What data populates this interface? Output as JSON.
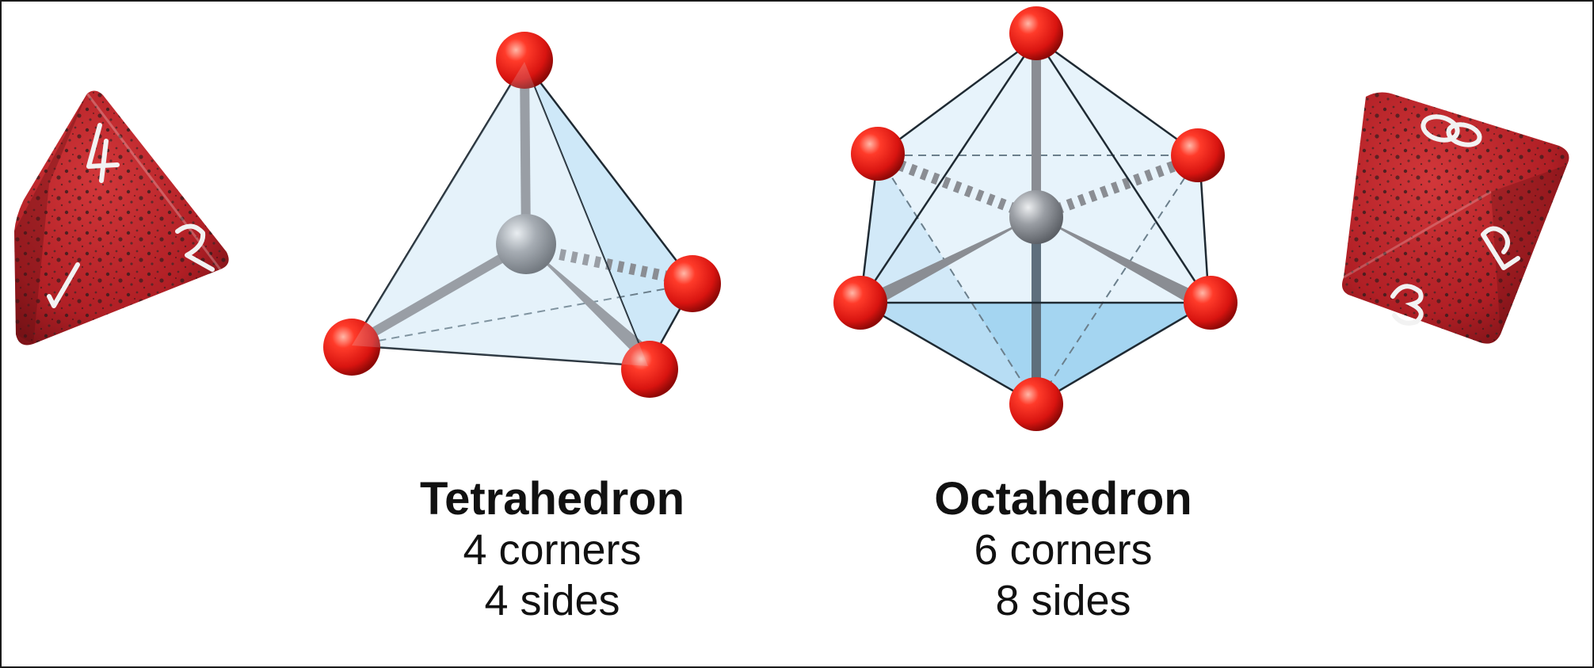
{
  "colors": {
    "atom_red": "#e8201a",
    "central_atom": "#8c9096",
    "bond": "#8a8d93",
    "face_light": "#dceefa",
    "face_dark": "#9fd3f0",
    "die_red": "#b01f25",
    "die_numerals": "#f2f2f2"
  },
  "shapes": [
    {
      "name": "Tetrahedron",
      "corners_label": "4 corners",
      "sides_label": "4 sides",
      "corner_count": 4
    },
    {
      "name": "Octahedron",
      "corners_label": "6 corners",
      "sides_label": "8 sides",
      "corner_count": 6
    }
  ],
  "dice": [
    {
      "type": "d4",
      "faces_shown": [
        "4",
        "2",
        "1"
      ]
    },
    {
      "type": "d8",
      "faces_shown": [
        "8",
        "5",
        "3"
      ]
    }
  ]
}
